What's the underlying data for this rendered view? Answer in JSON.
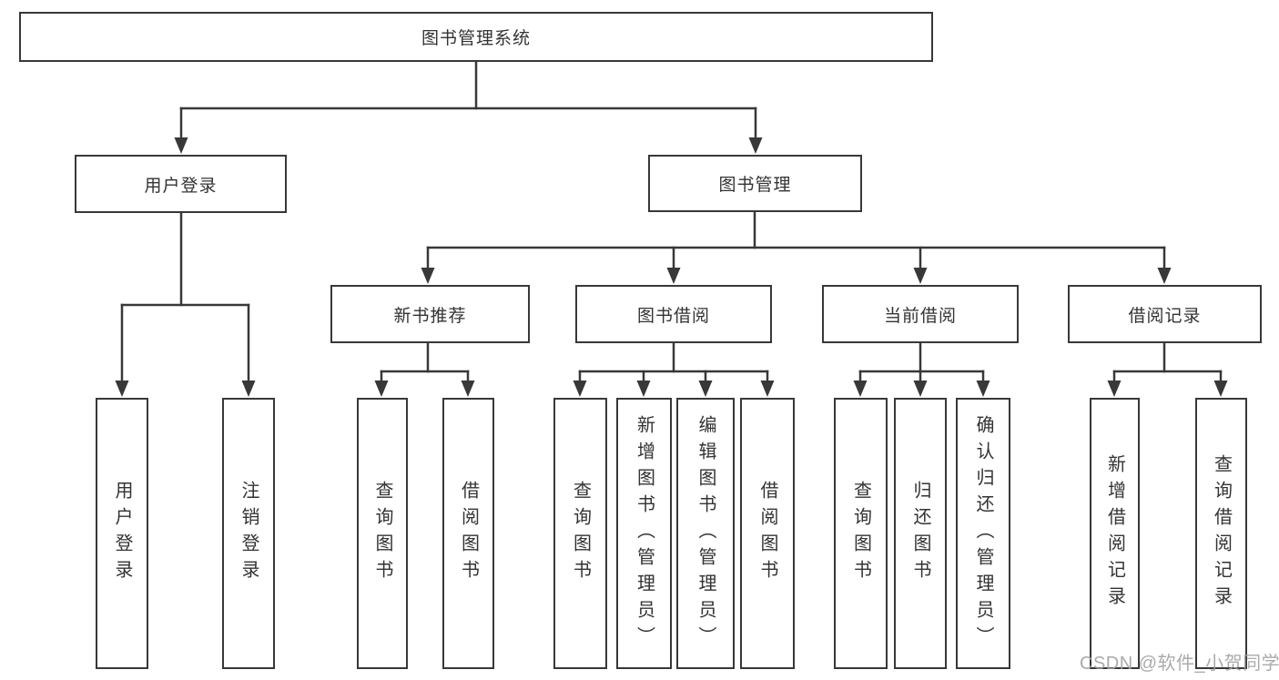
{
  "title": "图书管理系统",
  "tree": {
    "label": "图书管理系统",
    "children": [
      {
        "label": "用户登录",
        "children": [
          {
            "label": "用户登录"
          },
          {
            "label": "注销登录"
          }
        ]
      },
      {
        "label": "图书管理",
        "children": [
          {
            "label": "新书推荐",
            "children": [
              {
                "label": "查询图书"
              },
              {
                "label": "借阅图书"
              }
            ]
          },
          {
            "label": "图书借阅",
            "children": [
              {
                "label": "查询图书"
              },
              {
                "label": "新增图书（管理员）"
              },
              {
                "label": "编辑图书（管理员）"
              },
              {
                "label": "借阅图书"
              }
            ]
          },
          {
            "label": "当前借阅",
            "children": [
              {
                "label": "查询图书"
              },
              {
                "label": "归还图书"
              },
              {
                "label": "确认归还（管理员）"
              }
            ]
          },
          {
            "label": "借阅记录",
            "children": [
              {
                "label": "新增借阅记录"
              },
              {
                "label": "查询借阅记录"
              }
            ]
          }
        ]
      }
    ]
  },
  "watermark": "CSDN @软件_小贺同学",
  "colors": {
    "line": "#383838",
    "box_border": "#383838",
    "box_fill": "#ffffff",
    "text": "#333333",
    "watermark": "#9e9e9e"
  }
}
